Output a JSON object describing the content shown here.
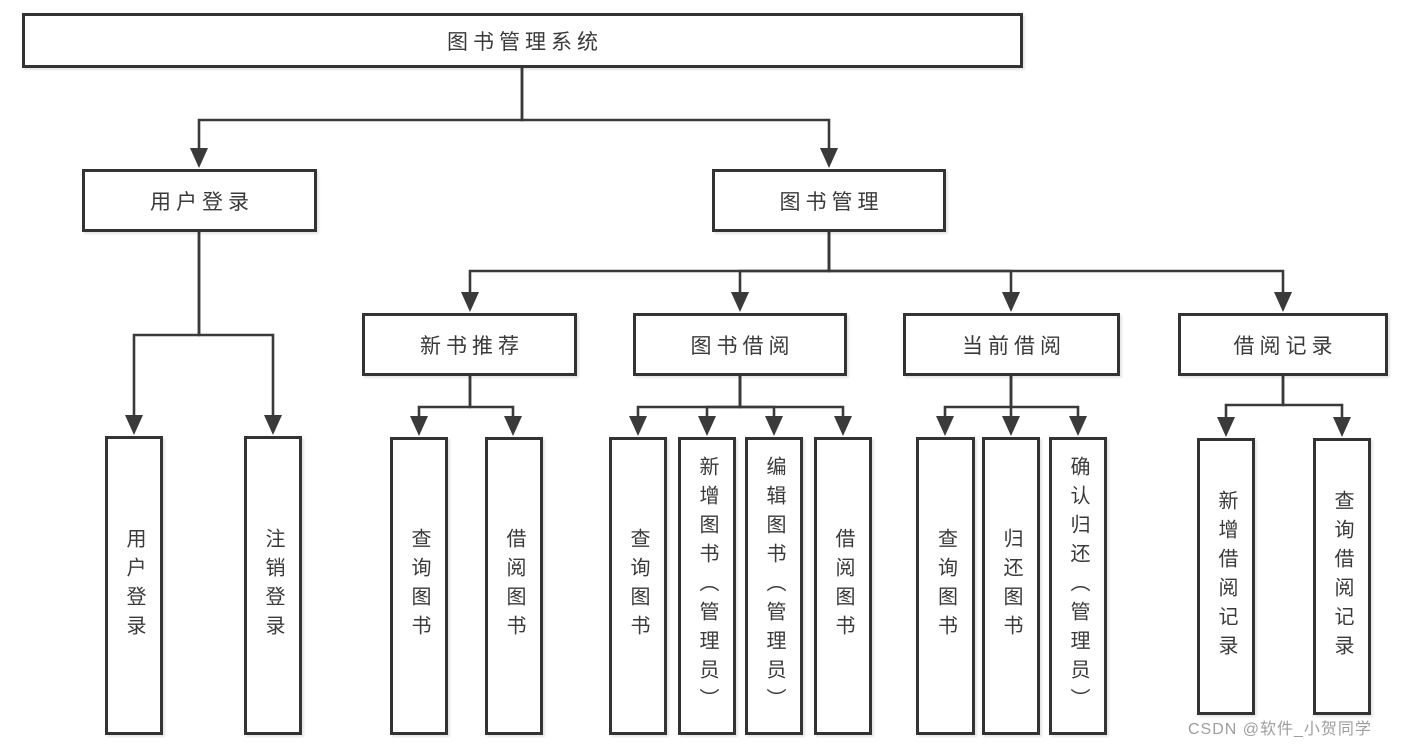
{
  "colors": {
    "box_border": "#333333",
    "box_fill": "#ffffff",
    "connector": "#3a3a3a",
    "text": "#3a3a3a",
    "watermark_text": "#9e9e9e",
    "background": "#ffffff"
  },
  "root": {
    "label": "图书管理系统"
  },
  "level2": {
    "user_login": {
      "label": "用户登录"
    },
    "book_management": {
      "label": "图书管理"
    }
  },
  "level3": {
    "new_book_recommend": {
      "label": "新书推荐"
    },
    "book_borrow": {
      "label": "图书借阅"
    },
    "current_borrow": {
      "label": "当前借阅"
    },
    "borrow_record": {
      "label": "借阅记录"
    }
  },
  "leaves": {
    "user_login": [
      "用户登录",
      "注销登录"
    ],
    "new_book_recommend": [
      "查询图书",
      "借阅图书"
    ],
    "book_borrow": [
      "查询图书",
      "新增图书（管理员）",
      "编辑图书（管理员）",
      "借阅图书"
    ],
    "current_borrow": [
      "查询图书",
      "归还图书",
      "确认归还（管理员）"
    ],
    "borrow_record": [
      "新增借阅记录",
      "查询借阅记录"
    ]
  },
  "watermark": "CSDN @软件_小贺同学"
}
